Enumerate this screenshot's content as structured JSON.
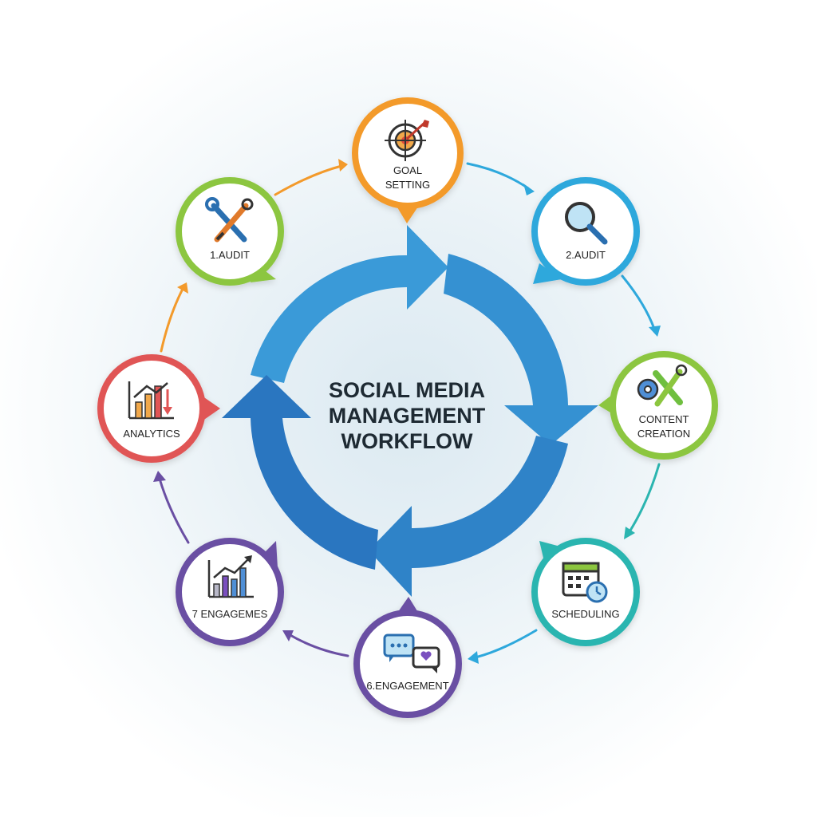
{
  "title": {
    "line1": "SOCIAL MEDIA",
    "line2": "MANAGEMENT",
    "line3": "WORKFLOW"
  },
  "nodes": [
    {
      "id": "goal",
      "label_lines": [
        "GOAL",
        "SETTING"
      ],
      "icon": "target-icon",
      "color": "#f39a2b"
    },
    {
      "id": "audit2",
      "label_lines": [
        "2.AUDIT"
      ],
      "icon": "magnifier-icon",
      "color": "#2ea8dc"
    },
    {
      "id": "content",
      "label_lines": [
        "CONTENT",
        "CREATION"
      ],
      "icon": "gear-wrench-icon",
      "color": "#8cc63f"
    },
    {
      "id": "scheduling",
      "label_lines": [
        "SCHEDULING"
      ],
      "icon": "calendar-clock-icon",
      "color": "#2bb5b0"
    },
    {
      "id": "engagement6",
      "label_lines": [
        "6.ENGAGEMENT"
      ],
      "icon": "chat-bubbles-icon",
      "color": "#6a4fa3"
    },
    {
      "id": "engageme7",
      "label_lines": [
        "7 ENGAGEMES"
      ],
      "icon": "growth-chart-icon",
      "color": "#6a4fa3"
    },
    {
      "id": "analytics",
      "label_lines": [
        "ANALYTICS"
      ],
      "icon": "bar-chart-icon",
      "color": "#e05555"
    },
    {
      "id": "audit1",
      "label_lines": [
        "1.AUDIT"
      ],
      "icon": "tools-icon",
      "color": "#8cc63f"
    }
  ],
  "colors": {
    "cycle_light": "#3a9ad8",
    "cycle_dark": "#2a76c0",
    "title_text": "#1e2a33"
  }
}
